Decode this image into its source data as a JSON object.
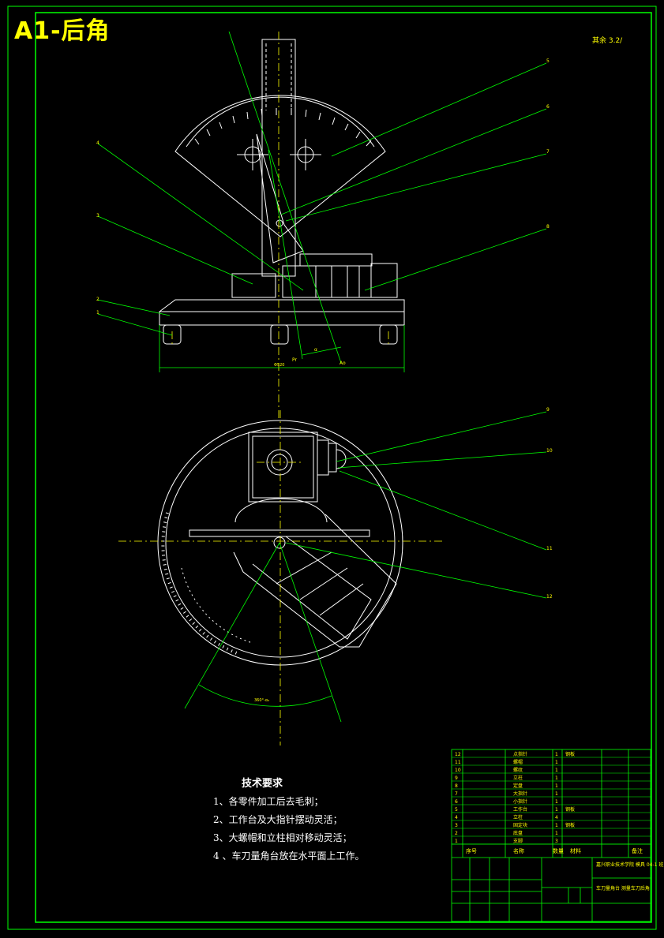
{
  "sheet": {
    "title": "A1-后角",
    "roughness": "其余 3.2/"
  },
  "technical_requirements": {
    "heading": "技术要求",
    "items": [
      "1、各零件加工后去毛刺；",
      "2、工作台及大指针摆动灵活；",
      "3、大螺帽和立柱相对移动灵活；",
      "4 、车刀量角台放在水平面上工作。"
    ]
  },
  "callouts_front": [
    "1",
    "2",
    "3",
    "4",
    "5",
    "6",
    "7",
    "8"
  ],
  "callouts_top": [
    "9",
    "10",
    "11",
    "12"
  ],
  "dims": {
    "base_width": "Φ520",
    "angle_top": "360°-α₀",
    "pr": "Pr",
    "ao": "Ao",
    "alpha": "α"
  },
  "title_block": {
    "school": "嘉兴职业技术学院 模具 04-1 班",
    "drawing_name": "车刀量角台 测量车刀后角",
    "parts": [
      [
        "12",
        "点指针",
        "1",
        "钢板"
      ],
      [
        "11",
        "螺帽",
        "1",
        ""
      ],
      [
        "10",
        "螺纹",
        "1",
        ""
      ],
      [
        "9",
        "立柱",
        "1",
        ""
      ],
      [
        "8",
        "定盘",
        "1",
        ""
      ],
      [
        "7",
        "大指针",
        "1",
        ""
      ],
      [
        "6",
        "小指针",
        "1",
        ""
      ],
      [
        "5",
        "工作台",
        "1",
        "钢板"
      ],
      [
        "4",
        "立柱",
        "4",
        ""
      ],
      [
        "3",
        "固定块",
        "1",
        "钢板"
      ],
      [
        "2",
        "底盘",
        "1",
        ""
      ],
      [
        "1",
        "支脚",
        "3",
        ""
      ]
    ],
    "header_row": [
      "序号",
      "名称",
      "数量",
      "材料",
      "备注"
    ]
  },
  "colors": {
    "frame": "#00ff00",
    "part": "#ffffff",
    "text_yellow": "#ffff00",
    "background": "#000000"
  }
}
